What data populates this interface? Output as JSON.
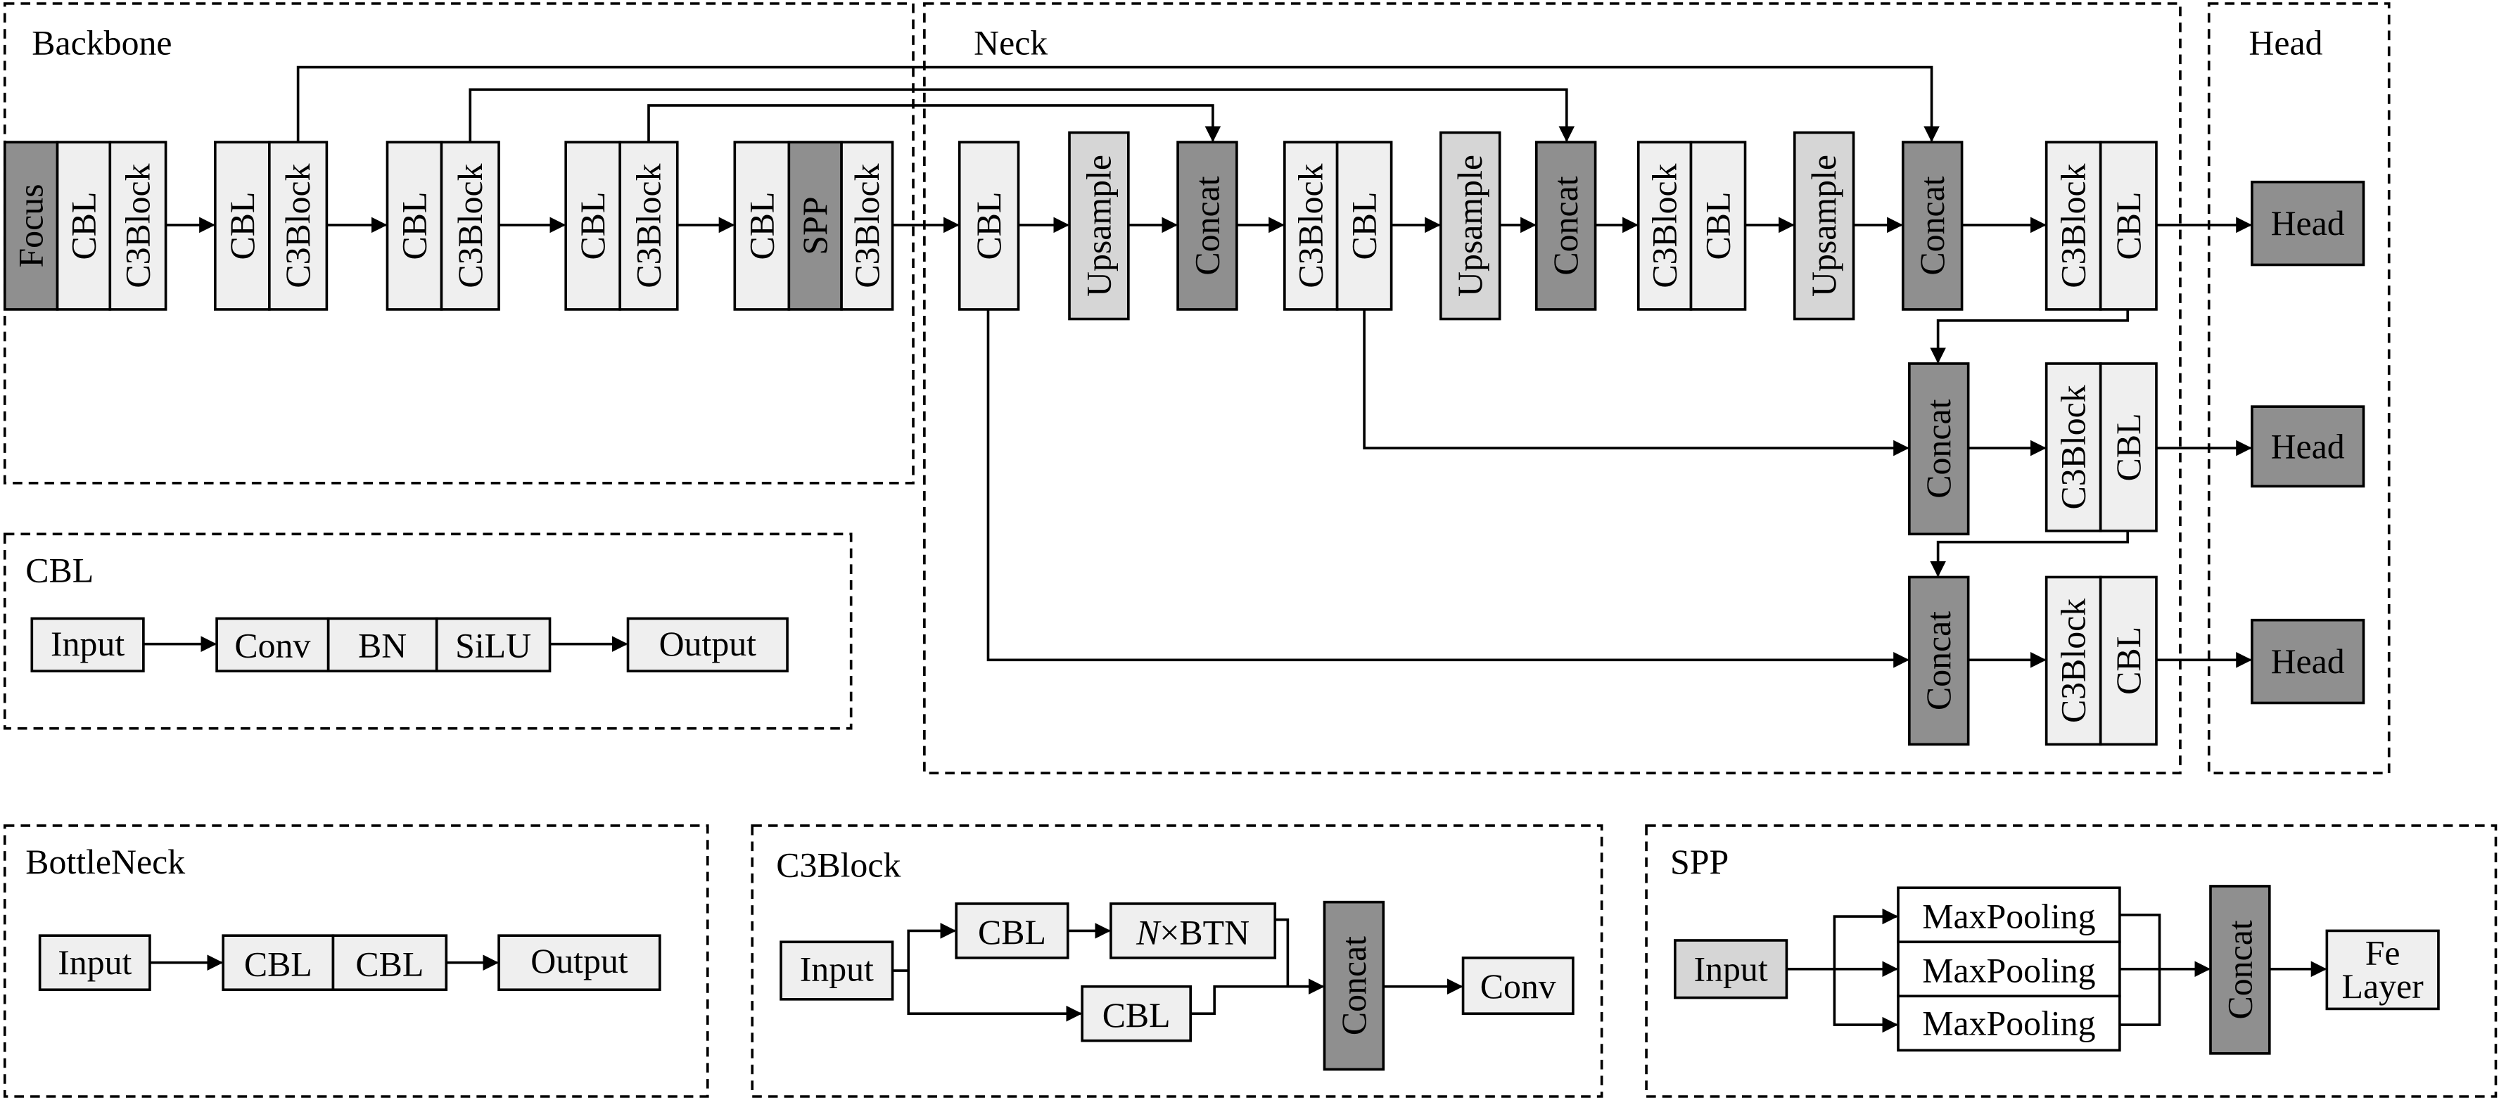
{
  "colors": {
    "light": "#efefef",
    "mid": "#d6d6d6",
    "dark": "#8f8f8f",
    "line": "#000000"
  },
  "sections": {
    "backbone": "Backbone",
    "neck": "Neck",
    "head": "Head",
    "cbl": "CBL",
    "bottleneck": "BottleNeck",
    "c3block": "C3Block",
    "spp": "SPP"
  },
  "labels": {
    "focus": "Focus",
    "cbl": "CBL",
    "c3block": "C3Block",
    "spp": "SPP",
    "upsample": "Upsample",
    "concat": "Concat",
    "head": "Head",
    "input": "Input",
    "output": "Output",
    "conv": "Conv",
    "bn": "BN",
    "silu": "SiLU",
    "n_italic": "N",
    "btn_suffix": "×BTN",
    "maxpooling": "MaxPooling",
    "fe": "Fe",
    "layer": "Layer"
  }
}
